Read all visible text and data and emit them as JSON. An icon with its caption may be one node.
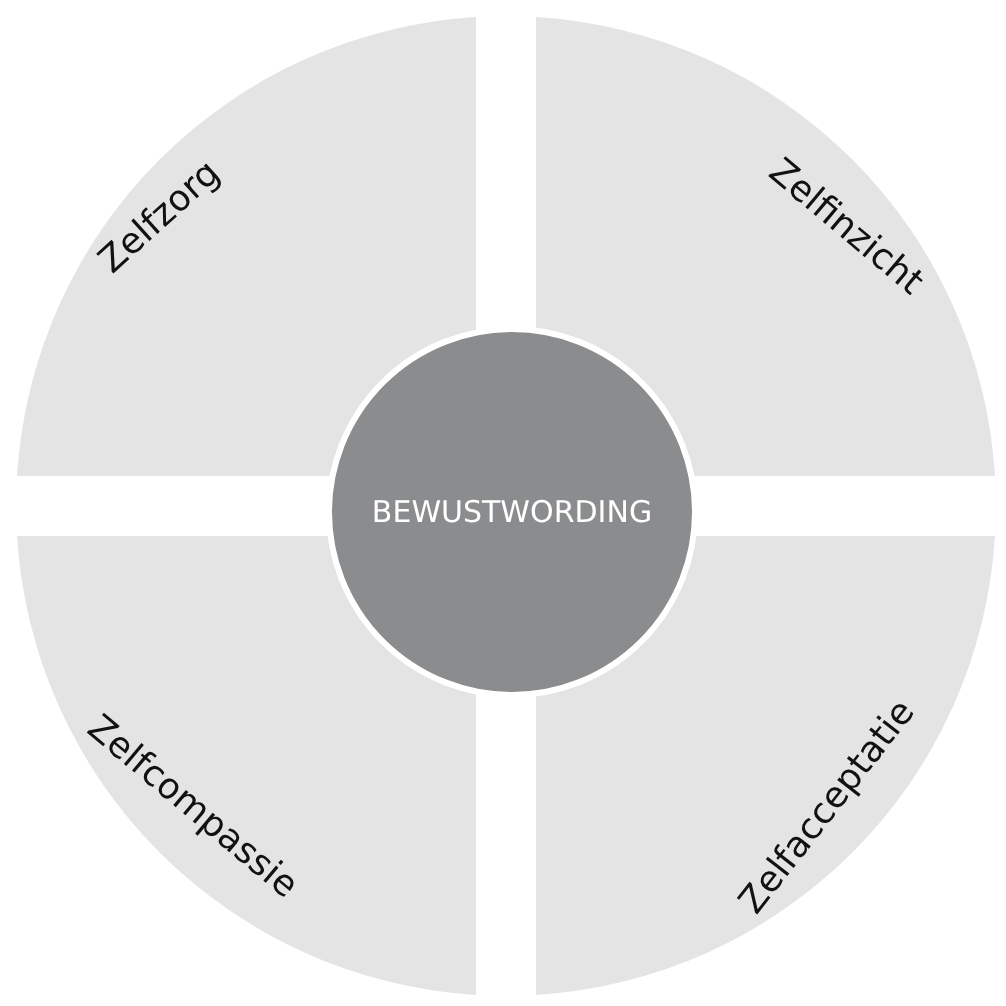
{
  "diagram": {
    "nodes": [
      {
        "text": [
          "Zelfzorg"
        ]
      },
      {
        "text": [
          "Zelfinzicht"
        ]
      },
      {
        "text": [
          "BEWUSTWORDING"
        ]
      },
      {
        "text": [
          "Zelfcompassie"
        ]
      },
      {
        "text": [
          "Zelfacceptatie"
        ]
      }
    ]
  }
}
